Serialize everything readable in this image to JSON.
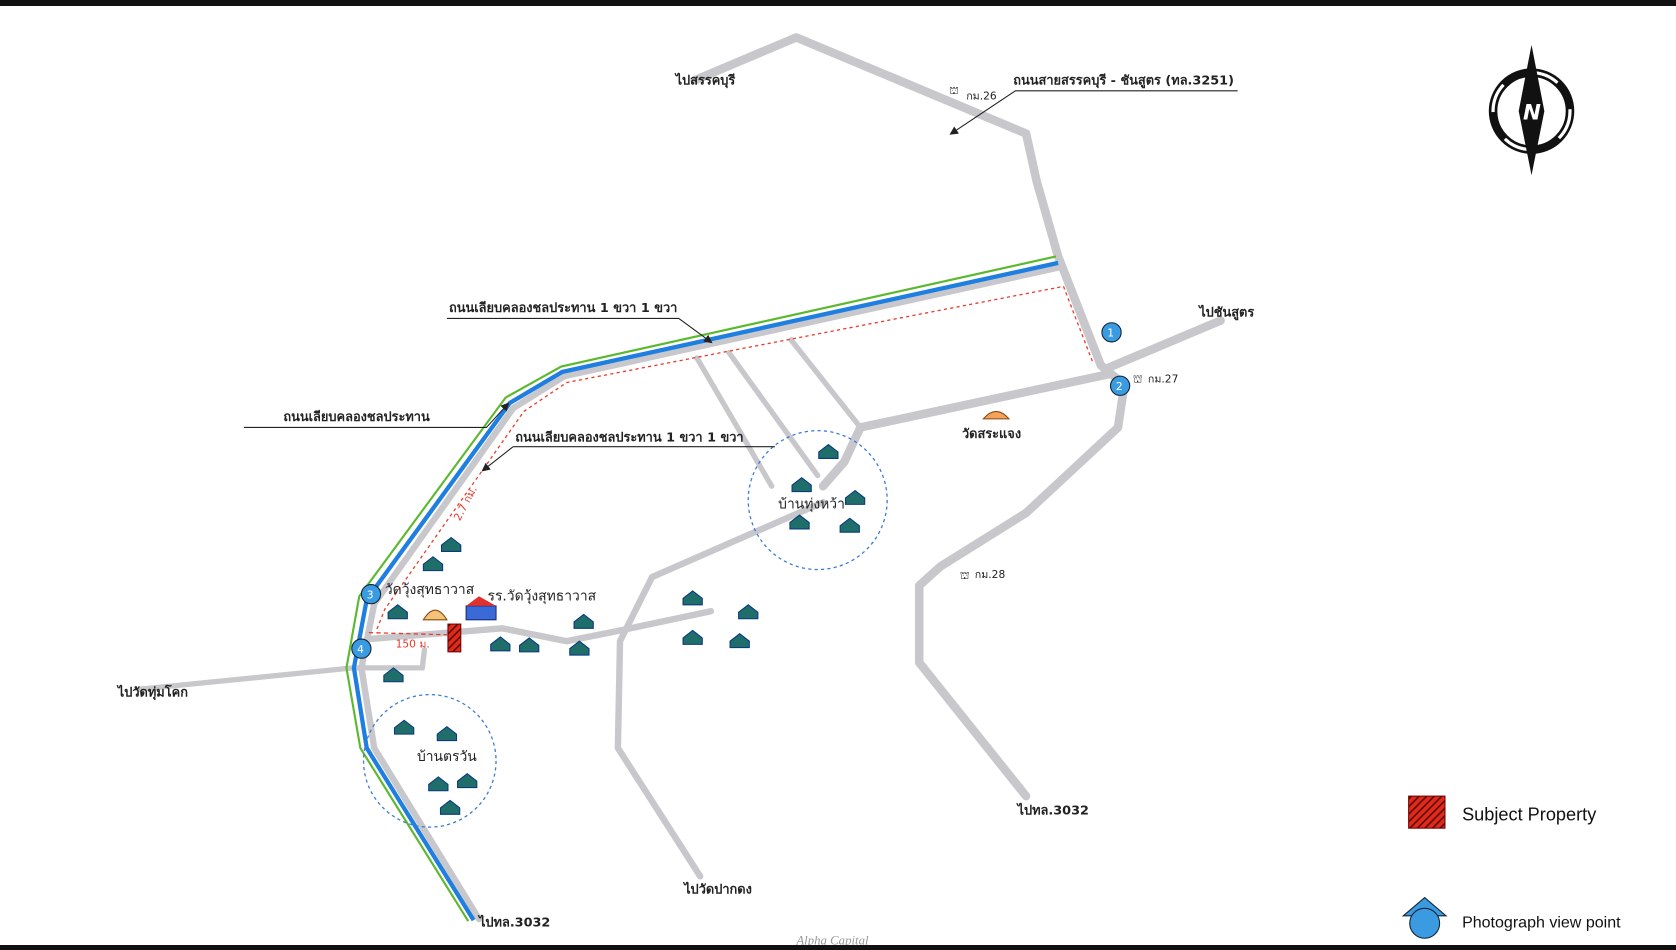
{
  "map": {
    "labels": {
      "to_sankhaburi": "ไปสรรคบุรี",
      "km26": "กม.26",
      "highway_name": "ถนนสายสรรคบุรี - ชันสูตร (ทล.3251)",
      "canal_road_1": "ถนนเลียบคลองชลประทาน 1 ขวา 1 ขวา",
      "canal_road_main": "ถนนเลียบคลองชลประทาน",
      "canal_road_2": "ถนนเลียบคลองชลประทาน 1 ขวา 1 ขวา",
      "to_chansut": "ไปชันสูตร",
      "km27": "กม.27",
      "wat_sa_chaeng": "วัดสระแจง",
      "ban_thung_wa": "บ้านทุ่งหว้า",
      "km28": "กม.28",
      "distance_27km": "2.7 กม.",
      "wat_wung": "วัดวุ้งสุทธาวาส",
      "school_wat_wung": "รร.วัดวุ้งสุทธาวาส",
      "distance_150m": "150 ม.",
      "to_wat_thum_khok": "ไปวัดทุ่มโคก",
      "ban_tra_wan": "บ้านตรวัน",
      "to_hwy3032_right": "ไปทล.3032",
      "to_wat_pak_dong": "ไปวัดปากดง",
      "to_hwy3032_bottom": "ไปทล.3032"
    },
    "viewpoints": [
      "1",
      "2",
      "3",
      "4"
    ],
    "compass": "N",
    "colors": {
      "road": "#c8c8cc",
      "canal": "#1e7fe0",
      "canal_edge": "#5cb82e",
      "subject": "#e02a1a",
      "house": "#1f6e6a",
      "viewpoint": "#3a9be0"
    }
  },
  "legend": {
    "subject_property": "Subject Property",
    "photo_viewpoint": "Photograph view point"
  },
  "footer": "Alpha Capital"
}
